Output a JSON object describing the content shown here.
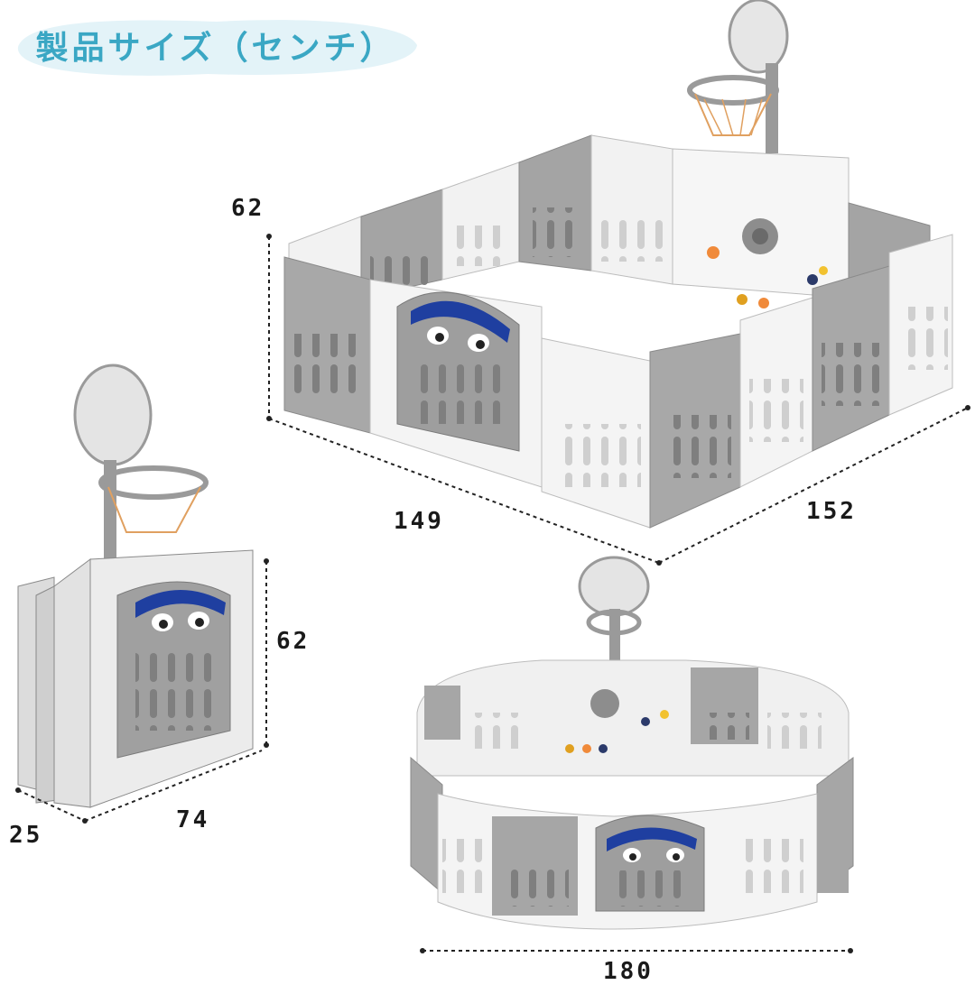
{
  "title": "製品サイズ（センチ）",
  "dimensions": {
    "top_height": "62",
    "top_left_width": "149",
    "top_right_width": "152",
    "folded_height": "62",
    "folded_depth": "25",
    "folded_width": "74",
    "round_diameter": "180"
  },
  "colors": {
    "title": "#3aa7c4",
    "title_bg": "#e3f3f8",
    "panel_gray": "#9c9c9c",
    "panel_white": "#f2f2f2",
    "accent_blue": "#1f3fa0"
  }
}
